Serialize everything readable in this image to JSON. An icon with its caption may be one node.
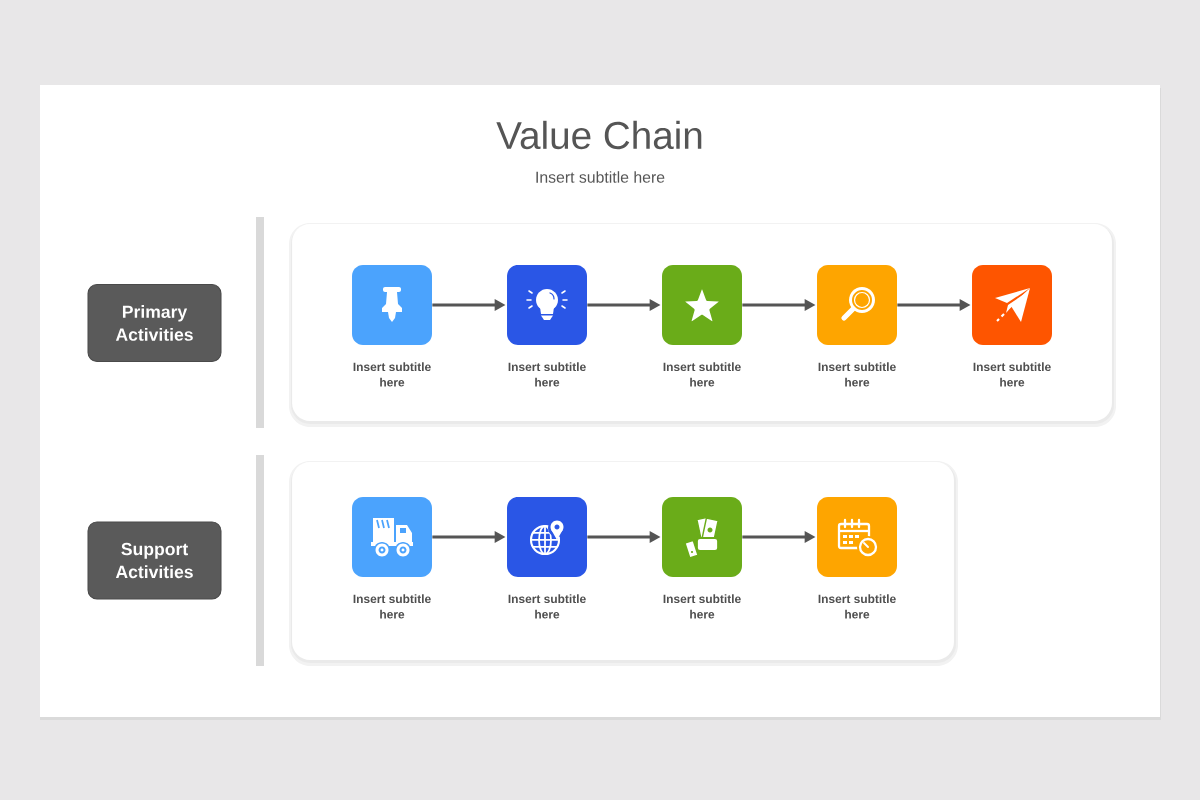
{
  "diagram": {
    "title": "Value Chain",
    "nodes": [
      {
        "text": [
          "Primary Activities"
        ]
      },
      {
        "text": [],
        "shape": "box"
      },
      {
        "text": [],
        "shape": "box",
        "in": 1,
        "beside": [
          "Insert subtitle here"
        ]
      },
      {
        "text": [],
        "shape": "box",
        "in": 1,
        "beside": [
          "Insert subtitle here"
        ]
      },
      {
        "text": [],
        "shape": "box",
        "in": 1,
        "beside": [
          "Insert subtitle here"
        ]
      },
      {
        "text": [],
        "shape": "box",
        "in": 1,
        "beside": [
          "Insert subtitle here"
        ]
      },
      {
        "text": [],
        "shape": "box",
        "in": 1,
        "beside": [
          "Insert subtitle here"
        ]
      },
      {
        "text": [
          "Support Activities"
        ]
      },
      {
        "text": [],
        "shape": "box"
      },
      {
        "text": [],
        "shape": "box",
        "in": 8,
        "beside": [
          "Insert subtitle here"
        ]
      },
      {
        "text": [],
        "shape": "box",
        "in": 8,
        "beside": [
          "Insert subtitle here"
        ]
      },
      {
        "text": [],
        "shape": "box",
        "in": 8,
        "beside": [
          "Insert subtitle here"
        ]
      },
      {
        "text": [],
        "shape": "box",
        "in": 8,
        "beside": [
          "Insert subtitle here"
        ]
      }
    ],
    "edges": [
      {
        "from": 2,
        "to": 3,
        "arrow": "to"
      },
      {
        "from": 3,
        "to": 4,
        "arrow": "to"
      },
      {
        "from": 4,
        "to": 5,
        "arrow": "to"
      },
      {
        "from": 5,
        "to": 6,
        "arrow": "to"
      },
      {
        "from": 9,
        "to": 10,
        "arrow": "to"
      },
      {
        "from": 10,
        "to": 11,
        "arrow": "to"
      },
      {
        "from": 11,
        "to": 12,
        "arrow": "to"
      }
    ],
    "labels": [
      "Insert subtitle here"
    ]
  }
}
